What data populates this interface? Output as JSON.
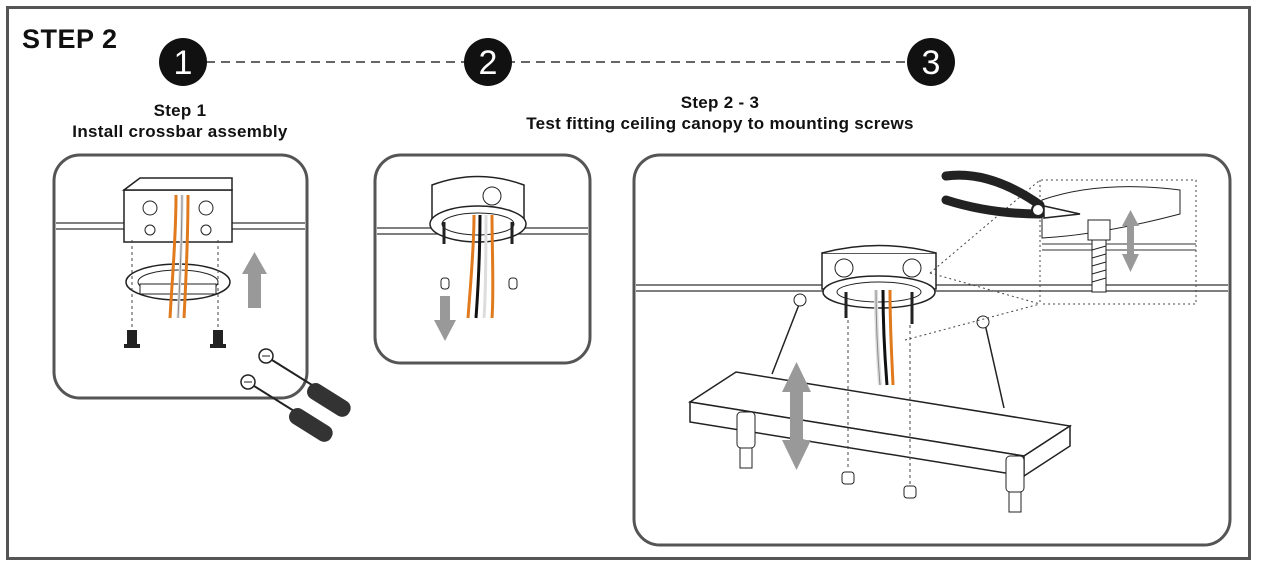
{
  "header": {
    "title": "STEP 2"
  },
  "steps": [
    {
      "number": "1"
    },
    {
      "number": "2"
    },
    {
      "number": "3"
    }
  ],
  "captions": {
    "step1": {
      "line1": "Step 1",
      "line2": "Install crossbar assembly"
    },
    "step23": {
      "line1": "Step 2 - 3",
      "line2": "Test fitting ceiling canopy to mounting screws"
    }
  },
  "colors": {
    "badge": "#111111",
    "panel_border": "#555555",
    "arrow": "#999999",
    "wire_orange": "#e07a1c",
    "wire_black": "#111111",
    "wire_white": "#dddddd"
  }
}
